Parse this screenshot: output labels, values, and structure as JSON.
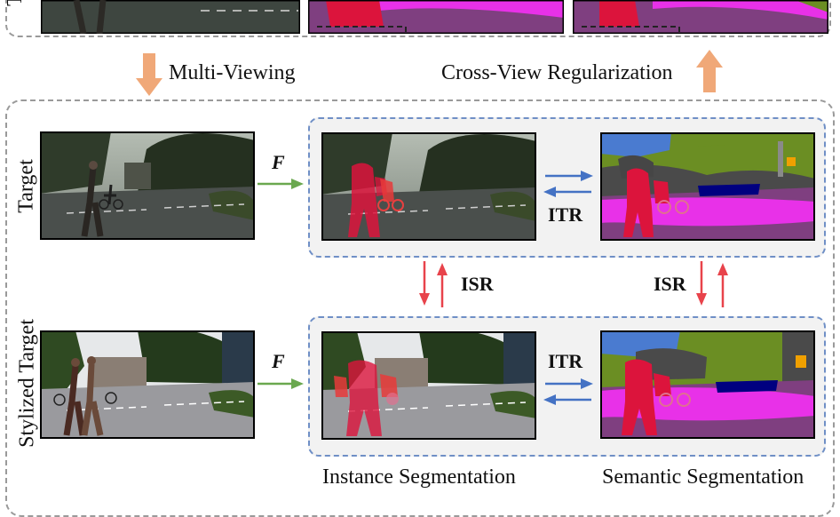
{
  "top_panel": {
    "side_label_fragment": "T"
  },
  "connectors": {
    "multi_viewing": "Multi-Viewing",
    "cross_view": "Cross-View Regularization"
  },
  "rows": {
    "target_label": "Target",
    "stylized_label": "Stylized Target"
  },
  "operators": {
    "f": "F",
    "itr": "ITR",
    "isr": "ISR"
  },
  "columns": {
    "instance": "Instance Segmentation",
    "semantic": "Semantic Segmentation"
  },
  "colors": {
    "orange_arrow": "#f0a878",
    "green_arrow": "#6aa84f",
    "blue_arrow": "#4472c4",
    "red_arrow": "#e8434b",
    "sky": "#4a7bd0",
    "vegetation": "#6b8e23",
    "road": "#7f3f80",
    "sidewalk": "#e831e8",
    "person": "#dc143c",
    "building": "#4a4a4a"
  }
}
